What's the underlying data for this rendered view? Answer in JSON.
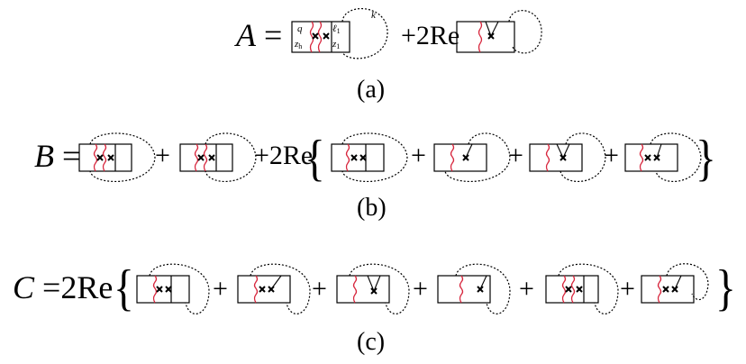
{
  "equations": {
    "a": {
      "lhs": "A",
      "eq": "=",
      "plus": "+2Re",
      "caption": "(a)",
      "labels": {
        "q": "q",
        "zh": "z",
        "zh_sub": "h",
        "l1": "ℓ",
        "l1_sub": "1",
        "z1": "z",
        "z1_sub": "1",
        "k": "k"
      }
    },
    "b": {
      "lhs": "B",
      "eq": "=",
      "plus1": "+",
      "plus2": "+2Re",
      "open": "{",
      "plus3": "+",
      "plus4": "+",
      "plus5": "+",
      "close": "}",
      "caption": "(b)"
    },
    "c": {
      "lhs": "C",
      "eq": "=",
      "re": "2Re",
      "open": "{",
      "plus1": "+",
      "plus2": "+",
      "plus3": "+",
      "plus4": "+",
      "plus5": "+",
      "close": "}",
      "caption": "(c)"
    }
  },
  "colors": {
    "ink": "#000000",
    "cut": "#d7263d"
  }
}
